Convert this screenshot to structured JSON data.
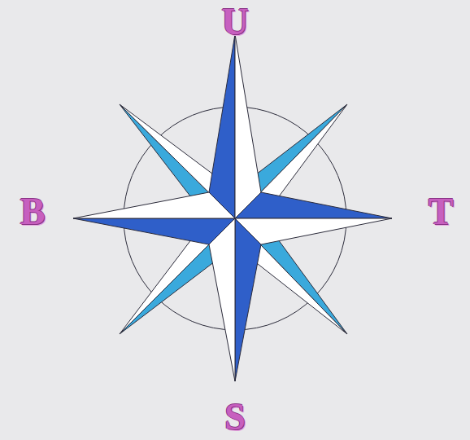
{
  "diagram": {
    "labels": [
      "U",
      "B",
      "T",
      "S"
    ]
  }
}
